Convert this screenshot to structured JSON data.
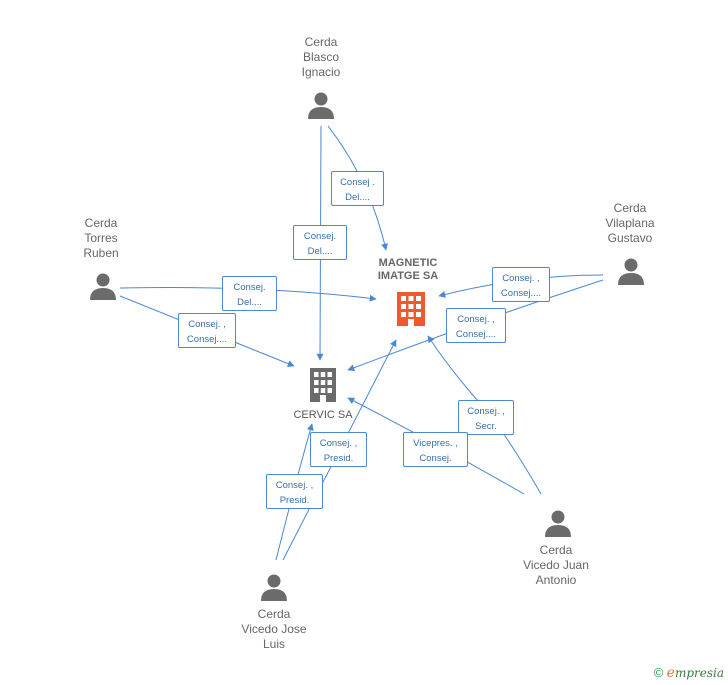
{
  "nodes": {
    "magnetic": {
      "label": "MAGNETIC\nIMATGE SA",
      "type": "company",
      "color": "#f05a2a"
    },
    "cervic": {
      "label": "CERVIC SA",
      "type": "company",
      "color": "#6b6b6b"
    },
    "blasco": {
      "label": "Cerda\nBlasco\nIgnacio",
      "type": "person"
    },
    "torres": {
      "label": "Cerda\nTorres\nRuben",
      "type": "person"
    },
    "vilaplana": {
      "label": "Cerda\nVilaplana\nGustavo",
      "type": "person"
    },
    "juan": {
      "label": "Cerda\nVicedo Juan\nAntonio",
      "type": "person"
    },
    "jose": {
      "label": "Cerda\nVicedo Jose\nLuis",
      "type": "person"
    }
  },
  "edges": {
    "blasco_magnetic": "Consej .\nDel....",
    "blasco_cervic": "Consej.\nDel....",
    "torres_magnetic": "Consej.\nDel....",
    "torres_cervic": "Consej. ,\nConsej....",
    "vilaplana_magnetic": "Consej. ,\nConsej....",
    "vilaplana_cervic": "Consej. ,\nConsej....",
    "juan_magnetic": "Consej. ,\nSecr.",
    "juan_cervic": "Vicepres. ,\nConsej.",
    "jose_magnetic": "Consej. ,\nPresid.",
    "jose_cervic": "Consej. ,\nPresid."
  },
  "footer": {
    "copyright": "©",
    "brand_e": "e",
    "brand_rest": "mpresia"
  },
  "colors": {
    "edge": "#4a87d4",
    "person": "#6b6b6b"
  }
}
